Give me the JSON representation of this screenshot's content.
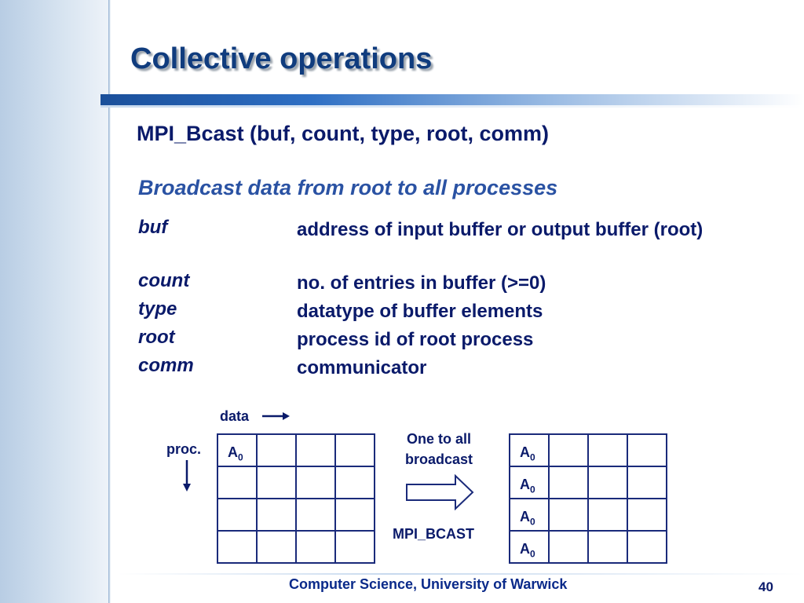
{
  "slide": {
    "title": "Collective operations",
    "signature": "MPI_Bcast (buf, count, type, root, comm)",
    "subtitle": "Broadcast data from root to all processes",
    "params": [
      {
        "name": "buf",
        "desc": "address of input buffer or output buffer (root)"
      },
      {
        "name": "count",
        "desc": "no. of entries in buffer (>=0)"
      },
      {
        "name": "type",
        "desc": "datatype of buffer elements"
      },
      {
        "name": "root",
        "desc": "process id of root process"
      },
      {
        "name": "comm",
        "desc": "communicator"
      }
    ]
  },
  "diagram": {
    "data_label": "data",
    "proc_label": "proc.",
    "op_label_line1": "One to all",
    "op_label_line2": "broadcast",
    "mpi_label": "MPI_BCAST",
    "cell_base": "A",
    "cell_sub": "0"
  },
  "footer": {
    "text": "Computer Science, University of Warwick",
    "page": "40"
  },
  "colors": {
    "title": "#103c7e",
    "text": "#0a1a6a",
    "accent": "#2a52a3"
  }
}
